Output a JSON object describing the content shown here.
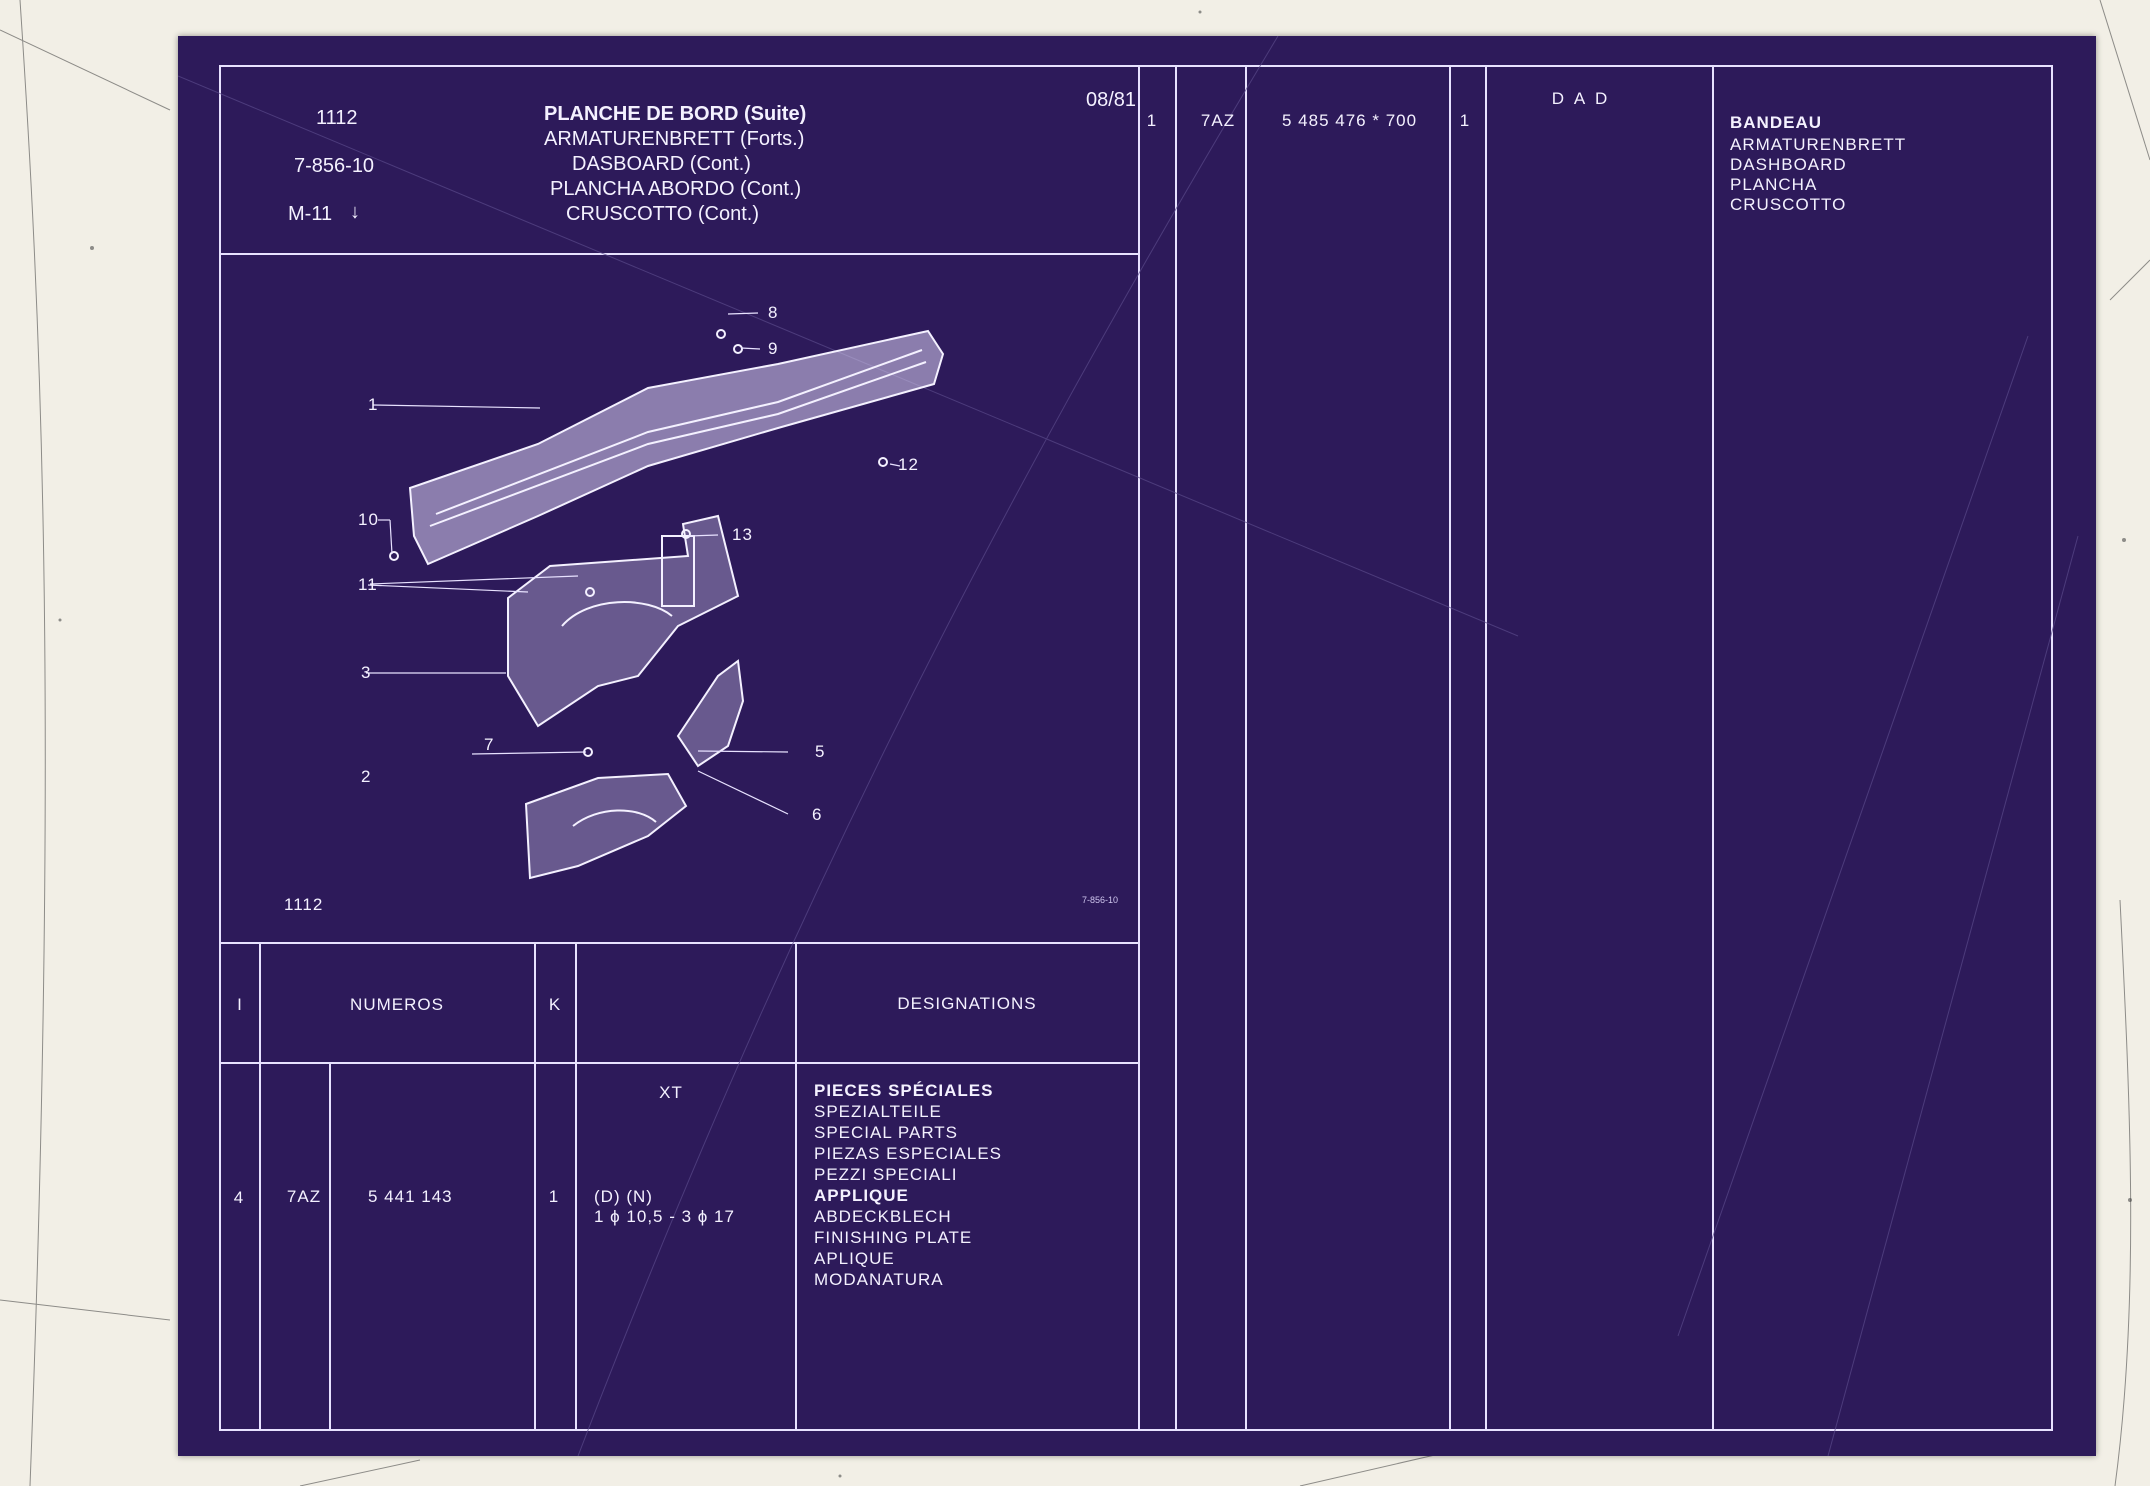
{
  "header": {
    "group": "1112",
    "reference": "7-856-10",
    "model": "M-11",
    "model_arrow": "↓",
    "title_lines": [
      "PLANCHE DE BORD (Suite)",
      "ARMATURENBRETT (Forts.)",
      "DASBOARD (Cont.)",
      "PLANCHA ABORDO (Cont.)",
      "CRUSCOTTO (Cont.)"
    ],
    "date": "08/81"
  },
  "figure": {
    "footer_group": "1112",
    "footer_code": "7-856-10",
    "callouts": [
      "1",
      "2",
      "3",
      "5",
      "6",
      "7",
      "8",
      "9",
      "10",
      "11",
      "12",
      "13"
    ]
  },
  "table_header": {
    "col_i": "I",
    "col_numeros": "NUMEROS",
    "col_k": "K",
    "col_designations": "DESIGNATIONS"
  },
  "left_row": {
    "index": "4",
    "code": "7AZ",
    "number": "5 441 143",
    "qty": "1",
    "condition_top": "XT",
    "condition_lines": [
      "(D) (N)",
      "1 ϕ 10,5 - 3 ϕ 17"
    ],
    "designation_bold_1": "PIECES SPÉCIALES",
    "designation_lines_1": [
      "SPEZIALTEILE",
      "SPECIAL PARTS",
      "PIEZAS ESPECIALES",
      "PEZZI SPECIALI"
    ],
    "designation_bold_2": "APPLIQUE",
    "designation_lines_2": [
      "ABDECKBLECH",
      "FINISHING PLATE",
      "APLIQUE",
      "MODANATURA"
    ]
  },
  "right_row": {
    "index": "1",
    "code": "7AZ",
    "number": "5 485 476 * 700",
    "qty": "1",
    "condition": "D A D",
    "designation_bold": "BANDEAU",
    "designation_lines": [
      "ARMATURENBRETT",
      "DASHBOARD",
      "PLANCHA",
      "CRUSCOTTO"
    ]
  },
  "colors": {
    "sheet": "#2d1a5a",
    "ink": "#f4f1ff",
    "border": "#f2efe6"
  }
}
